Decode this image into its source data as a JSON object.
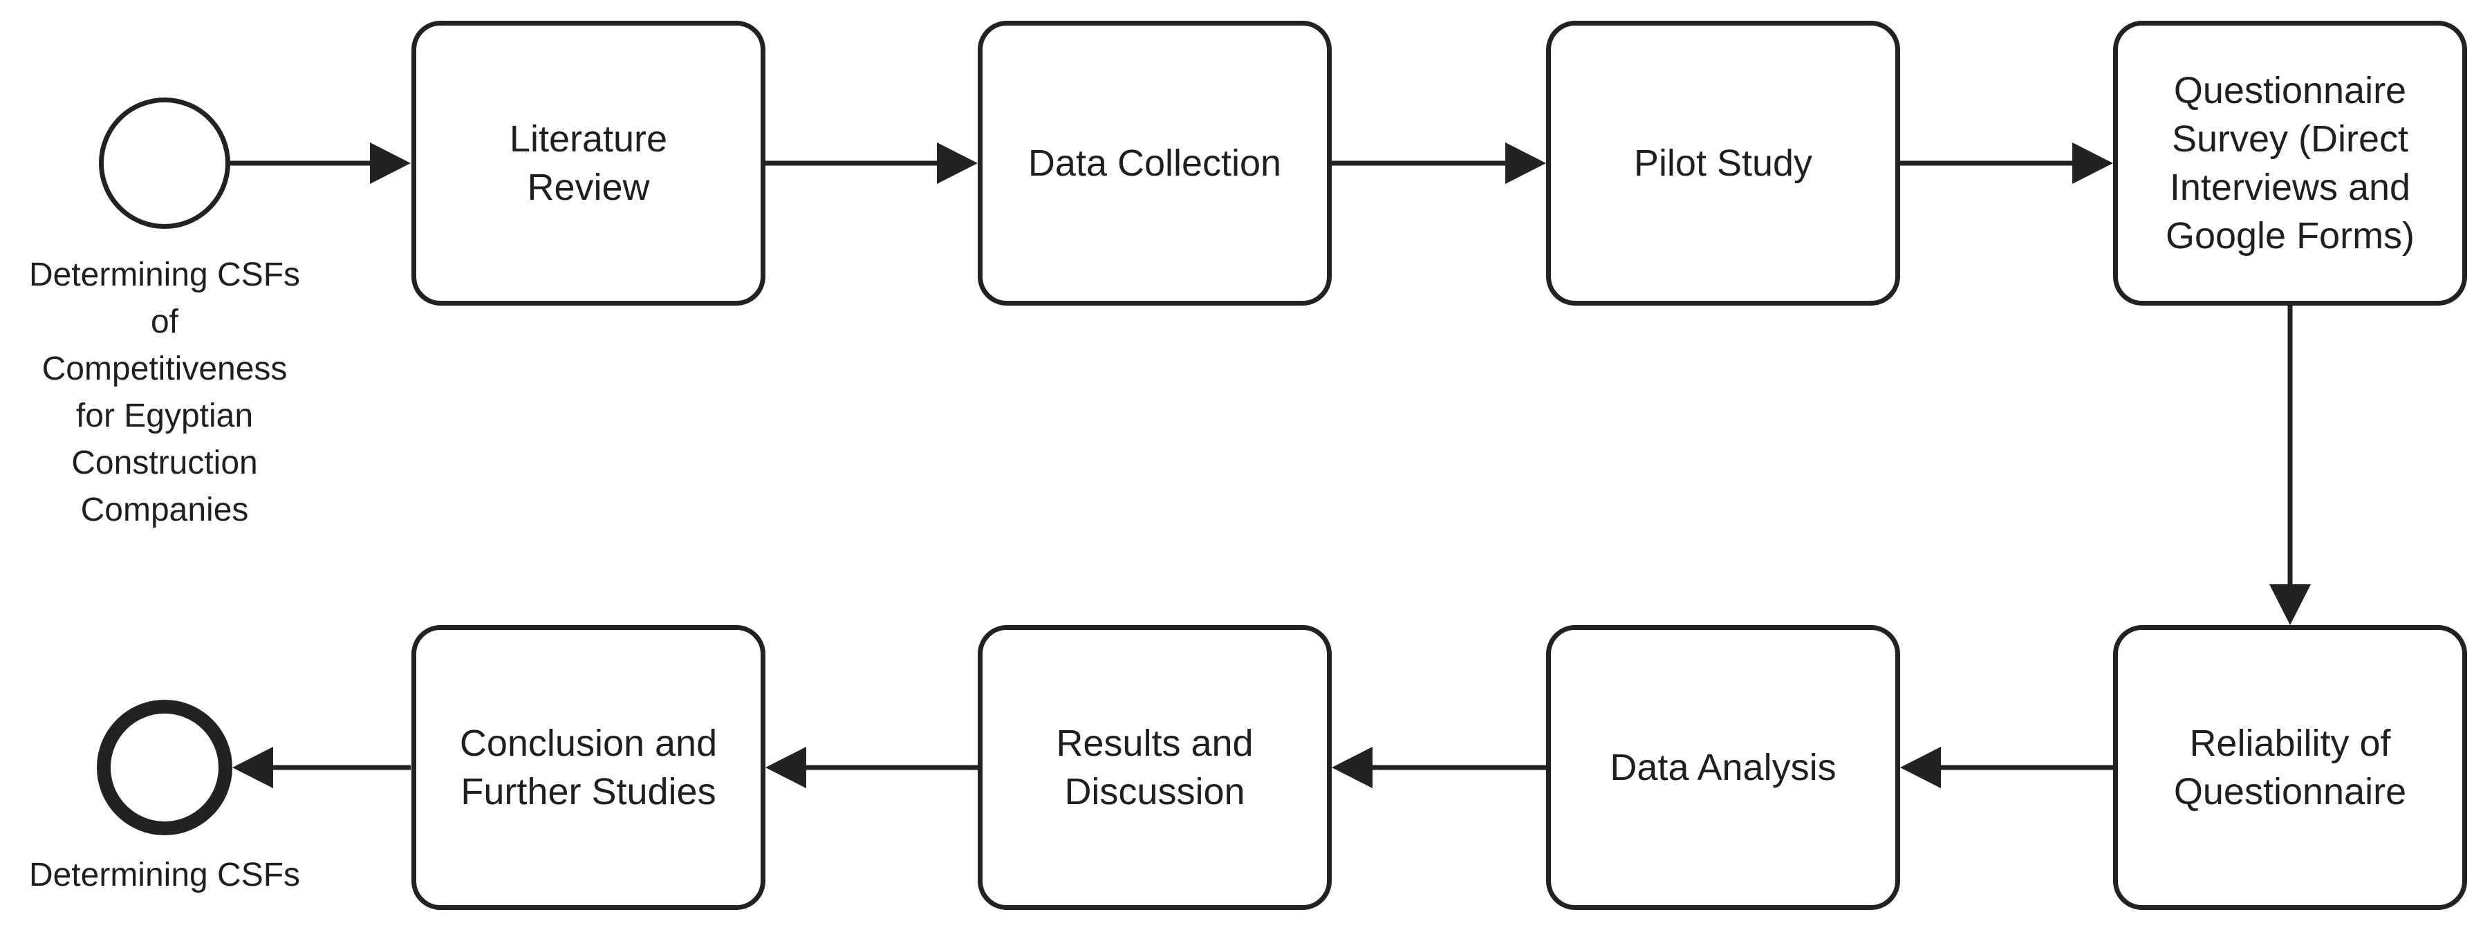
{
  "start_event": {
    "label": "Determining CSFs\nof\nCompetitiveness\nfor Egyptian\nConstruction\nCompanies"
  },
  "end_event": {
    "label": "Determining CSFs"
  },
  "steps": [
    {
      "label": "Literature\nReview"
    },
    {
      "label": "Data Collection"
    },
    {
      "label": "Pilot Study"
    },
    {
      "label": "Questionnaire\nSurvey (Direct\nInterviews and\nGoogle Forms)"
    },
    {
      "label": "Reliability of\nQuestionnaire"
    },
    {
      "label": "Data Analysis"
    },
    {
      "label": "Results and\nDiscussion"
    },
    {
      "label": "Conclusion and\nFurther Studies"
    }
  ],
  "colors": {
    "stroke": "#222222",
    "text": "#1f1f1f",
    "background": "#ffffff"
  }
}
